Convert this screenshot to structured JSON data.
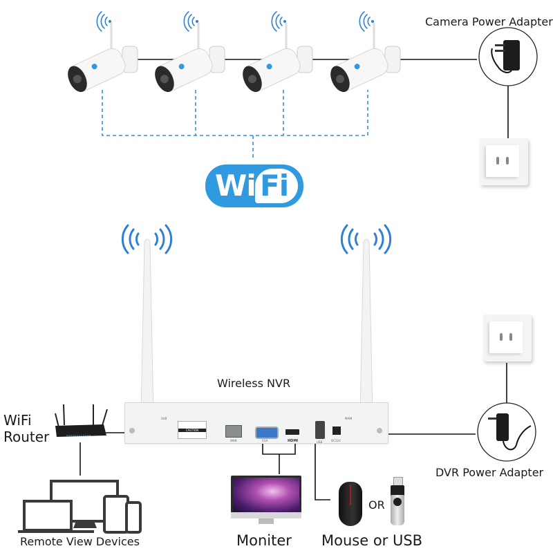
{
  "diagram": {
    "title": "Wireless NVR Kit Connection Diagram",
    "colors": {
      "wifi_blue": "#2f9ae0",
      "dashed_link": "#3a8fd0",
      "cable": "#111111",
      "nvr_body": "#f2f3f5",
      "vga_port": "#3b78c8"
    },
    "cameras": [
      {
        "id": "camera-1",
        "brand_badge": "wifi"
      },
      {
        "id": "camera-2",
        "brand_badge": "wifi"
      },
      {
        "id": "camera-3",
        "brand_badge": "wifi"
      },
      {
        "id": "camera-4",
        "brand_badge": "wifi"
      }
    ],
    "labels": {
      "camera_power_adapter": "Camera Power Adapter",
      "wifi_logo_left": "Wi",
      "wifi_logo_right": "Fi",
      "wireless_nvr": "Wireless NVR",
      "wifi_router_line1": "WiFi",
      "wifi_router_line2": "Router",
      "remote_view_devices": "Remote View Devices",
      "moniter": "Moniter",
      "mouse_or_usb": "Mouse or USB",
      "or": "OR",
      "dvr_power_adapter": "DVR Power Adapter"
    },
    "nvr_ports": {
      "sub_antenna": "SUB",
      "main_antenna": "MAIN",
      "caution": "CAUTION",
      "wan": "WAN",
      "vga": "VGA",
      "hdmi": "HDMI",
      "usb": "USB",
      "dc": "DC12V"
    },
    "icons": [
      "bullet-camera-icon",
      "wifi-signal-icon",
      "power-adapter-icon",
      "wall-outlet-icon",
      "wifi-logo",
      "antenna-icon",
      "router-icon",
      "laptop-icon",
      "desktop-monitor-icon",
      "tablet-icon",
      "phone-icon",
      "imac-monitor-icon",
      "mouse-icon",
      "usb-drive-icon"
    ]
  }
}
